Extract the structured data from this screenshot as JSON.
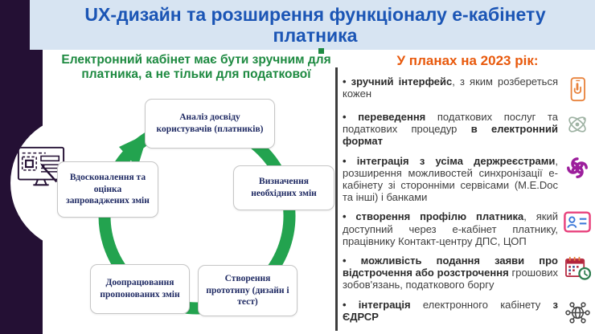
{
  "header": {
    "title": "UX-дизайн та розширення функціоналу е-кабінету платника"
  },
  "left": {
    "subtitle": "Електронний кабінет має бути зручним для платника, а не тільки для податкової",
    "decoration_icon": "monitor-design-icon",
    "cycle": {
      "steps": [
        "Аналіз досвіду користувачів (платників)",
        "Визначення необхідних змін",
        "Створення прототипу (дизайн і тест)",
        "Доопрацювання пропонованих змін",
        "Вдосконалення та оцінка запроваджених змін"
      ]
    }
  },
  "plans": {
    "title": "У планах на 2023 рік:",
    "items": [
      {
        "icon": "phone-tap-icon",
        "segments": [
          {
            "text": "зручний інтерфейс",
            "bold": true
          },
          {
            "text": ", з яким розбереться кожен",
            "bold": false
          }
        ]
      },
      {
        "icon": "atom-icon",
        "segments": [
          {
            "text": "переведення",
            "bold": true
          },
          {
            "text": " податкових послуг та податкових процедур ",
            "bold": false
          },
          {
            "text": "в електронний формат",
            "bold": true
          }
        ]
      },
      {
        "icon": "integration-icon",
        "segments": [
          {
            "text": "інтеграція з усіма держреєстрами",
            "bold": true
          },
          {
            "text": ", розширення можливостей синхронізації е-кабінету зі сторонніми сервісами (М.Е.Dос та інші) і банками",
            "bold": false
          }
        ]
      },
      {
        "icon": "taxpayer-profile-icon",
        "segments": [
          {
            "text": "створення профілю платника",
            "bold": true
          },
          {
            "text": ", який доступний через е-кабінет платнику, працівнику Контакт-центру ДПС, ЦОП",
            "bold": false
          }
        ]
      },
      {
        "icon": "calendar-clock-icon",
        "segments": [
          {
            "text": "можливість подання заяви про відстрочення або розстрочення",
            "bold": true
          },
          {
            "text": " грошових зобов'язань, податкового боргу",
            "bold": false
          }
        ]
      },
      {
        "icon": "globe-network-icon",
        "segments": [
          {
            "text": "інтеграція",
            "bold": true
          },
          {
            "text": " електронного кабінету ",
            "bold": false
          },
          {
            "text": "з ЄДРСР",
            "bold": true
          }
        ]
      }
    ]
  },
  "colors": {
    "header_bg": "#D7E4F2",
    "header_text": "#1B55B5",
    "subtitle_green": "#1E8A41",
    "cycle_arrow_green": "#23A34F",
    "cycle_box_text": "#1F2A63",
    "plans_title_orange": "#E8590C",
    "purple_band": "#241034",
    "divider": "#3C3C3C"
  }
}
